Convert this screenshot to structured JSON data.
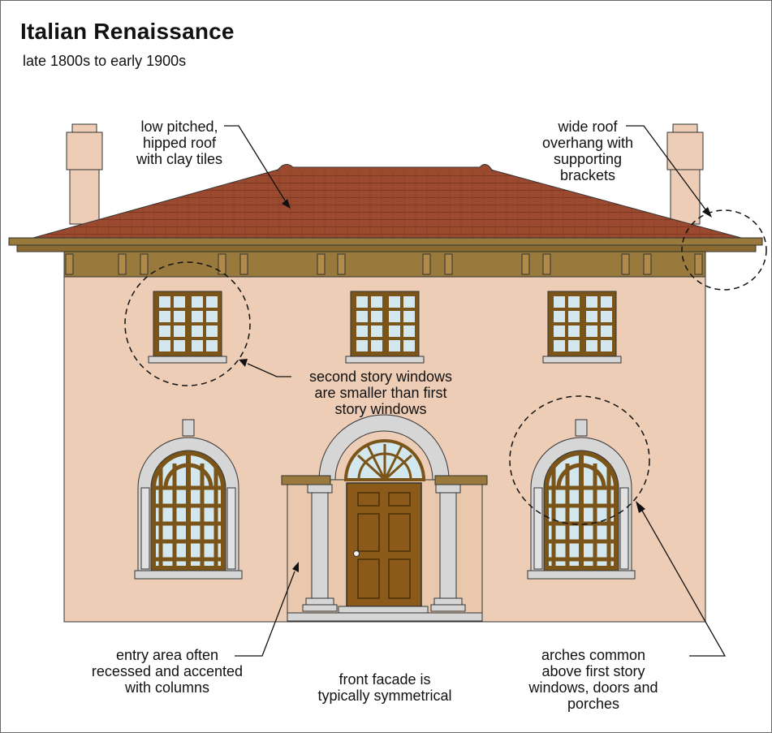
{
  "header": {
    "title": "Italian Renaissance",
    "subtitle": "late 1800s to early 1900s"
  },
  "callouts": {
    "roof": [
      "low pitched,",
      "hipped roof",
      "with clay tiles"
    ],
    "overhang": [
      "wide roof",
      "overhang with",
      "supporting",
      "brackets"
    ],
    "windows": [
      "second story windows",
      "are smaller than first",
      "story windows"
    ],
    "entry": [
      "entry area often",
      "recessed and accented",
      "with columns"
    ],
    "facade": [
      "front facade is",
      "typically symmetrical"
    ],
    "arches": [
      "arches common",
      "above first story",
      "windows, doors and",
      "porches"
    ]
  },
  "colors": {
    "wall": "#edcdb5",
    "roof": "#9b4a30",
    "trim": "#9a7a3c",
    "frame": "#7a5418",
    "glass": "#d2e8ee",
    "stone": "#d6d6d6",
    "door": "#8b5a1a"
  }
}
